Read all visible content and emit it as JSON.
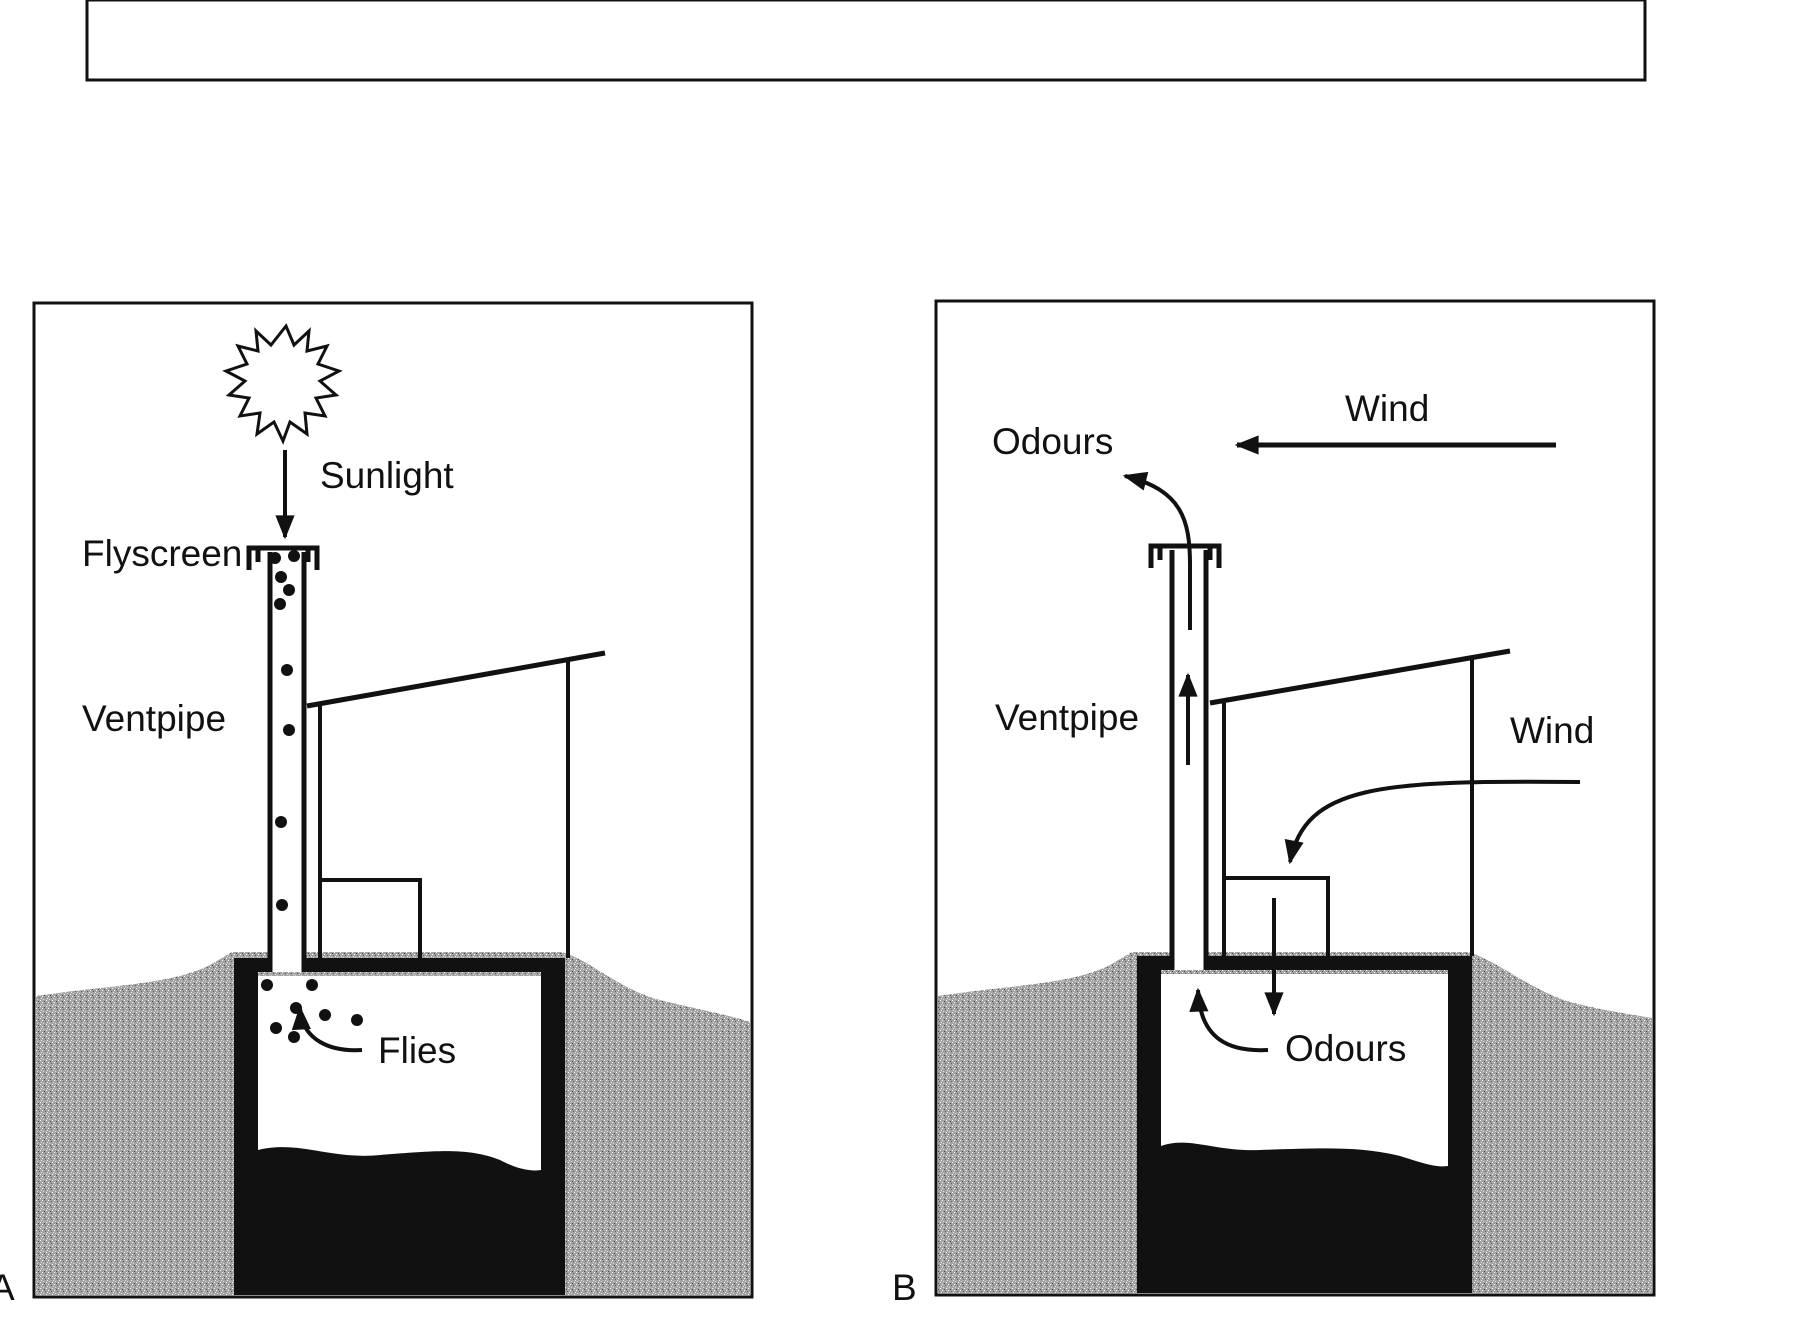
{
  "panel_a": {
    "letter": "A",
    "labels": {
      "sunlight": "Sunlight",
      "flyscreen": "Flyscreen",
      "ventpipe": "Ventpipe",
      "flies": "Flies"
    }
  },
  "panel_b": {
    "letter": "B",
    "labels": {
      "odours_top": "Odours",
      "wind_top": "Wind",
      "ventpipe": "Ventpipe",
      "wind_side": "Wind",
      "odours_pit": "Odours"
    }
  },
  "colors": {
    "ink": "#111111",
    "soil": "#a6a6a6",
    "paper": "#ffffff"
  }
}
